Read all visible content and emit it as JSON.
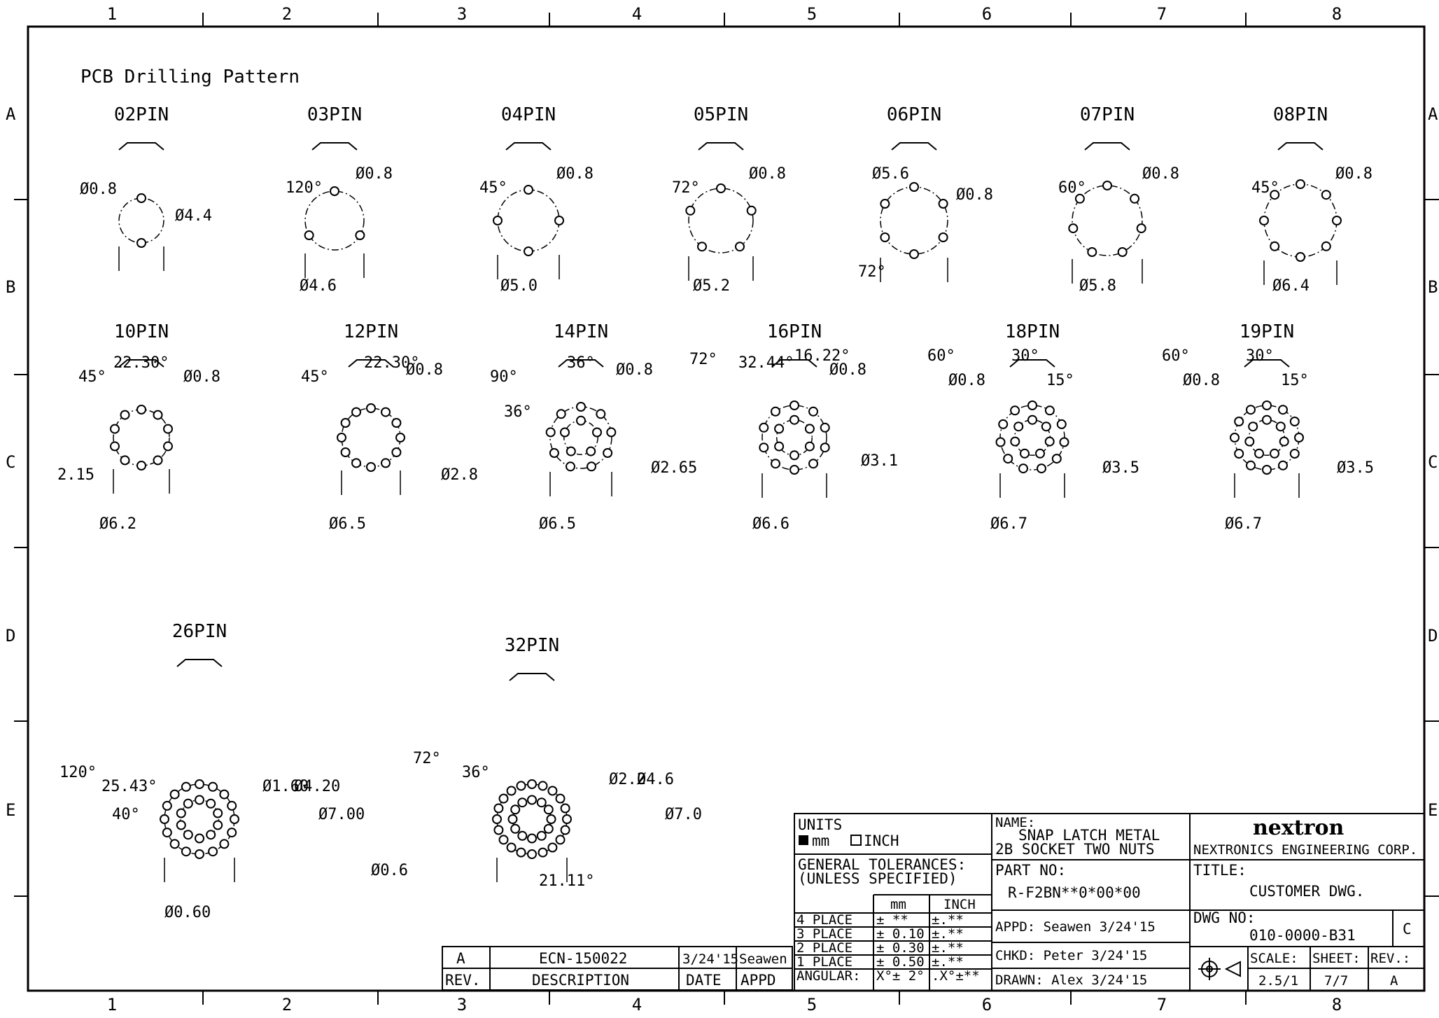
{
  "drawing": {
    "section_title": "PCB Drilling Pattern",
    "zone_columns": [
      "1",
      "2",
      "3",
      "4",
      "5",
      "6",
      "7",
      "8"
    ],
    "zone_rows": [
      "A",
      "B",
      "C",
      "D",
      "E"
    ]
  },
  "patterns": [
    {
      "label": "02PIN",
      "dims": [
        "Ø0.8",
        "Ø4.4"
      ]
    },
    {
      "label": "03PIN",
      "dims": [
        "120°",
        "Ø0.8",
        "Ø4.6"
      ]
    },
    {
      "label": "04PIN",
      "dims": [
        "45°",
        "Ø0.8",
        "Ø5.0"
      ]
    },
    {
      "label": "05PIN",
      "dims": [
        "72°",
        "Ø0.8",
        "Ø5.2"
      ]
    },
    {
      "label": "06PIN",
      "dims": [
        "Ø5.6",
        "Ø0.8",
        "72°"
      ]
    },
    {
      "label": "07PIN",
      "dims": [
        "60°",
        "Ø0.8",
        "Ø5.8"
      ]
    },
    {
      "label": "08PIN",
      "dims": [
        "45°",
        "Ø0.8",
        "Ø6.4"
      ]
    },
    {
      "label": "10PIN",
      "dims": [
        "45°",
        "22.30°",
        "Ø0.8",
        "2.15",
        "Ø6.2"
      ]
    },
    {
      "label": "12PIN",
      "dims": [
        "45°",
        "22.30°",
        "Ø0.8",
        "Ø2.8",
        "Ø6.5"
      ]
    },
    {
      "label": "14PIN",
      "dims": [
        "90°",
        "36°",
        "36°",
        "Ø0.8",
        "Ø2.65",
        "Ø6.5"
      ]
    },
    {
      "label": "16PIN",
      "dims": [
        "72°",
        "32.44°",
        "16.22°",
        "Ø0.8",
        "Ø3.1",
        "Ø6.6"
      ]
    },
    {
      "label": "18PIN",
      "dims": [
        "60°",
        "30°",
        "15°",
        "Ø0.8",
        "Ø3.5",
        "Ø6.7"
      ]
    },
    {
      "label": "19PIN",
      "dims": [
        "60°",
        "30°",
        "15°",
        "Ø0.8",
        "Ø3.5",
        "Ø6.7"
      ]
    },
    {
      "label": "26PIN",
      "dims": [
        "120°",
        "25.43°",
        "40°",
        "Ø1.60",
        "Ø4.20",
        "Ø7.00",
        "Ø0.60"
      ]
    },
    {
      "label": "32PIN",
      "dims": [
        "72°",
        "36°",
        "Ø2.2",
        "Ø4.6",
        "Ø7.0",
        "Ø0.6",
        "21.11°"
      ]
    }
  ],
  "revision_block": {
    "rev": "A",
    "description": "ECN-150022",
    "date": "3/24'15",
    "appd": "Seawen",
    "h_rev": "REV.",
    "h_description": "DESCRIPTION",
    "h_date": "DATE",
    "h_appd": "APPD"
  },
  "title_block": {
    "units_label": "UNITS",
    "units_mm": "mm",
    "units_inch": "INCH",
    "tol_line1": "GENERAL TOLERANCES:",
    "tol_line2": "(UNLESS SPECIFIED)",
    "tol_head_mm": "mm",
    "tol_head_inch": "INCH",
    "tolerances": [
      {
        "place": "4 PLACE",
        "mm": "± **",
        "inch": "±.**"
      },
      {
        "place": "3 PLACE",
        "mm": "± 0.10",
        "inch": "±.**"
      },
      {
        "place": "2 PLACE",
        "mm": "± 0.30",
        "inch": "±.**"
      },
      {
        "place": "1 PLACE",
        "mm": "± 0.50",
        "inch": "±.**"
      },
      {
        "place": "ANGULAR:",
        "mm": "X°± 2°",
        "inch": ".X°±**"
      }
    ],
    "name_label": "NAME:",
    "name_line1": "SNAP LATCH METAL",
    "name_line2": "2B SOCKET TWO NUTS",
    "part_no_label": "PART NO:",
    "part_no": "R-F2BN**0*00*00",
    "appd": "APPD: Seawen 3/24'15",
    "chkd": "CHKD: Peter 3/24'15",
    "drawn": "DRAWN: Alex 3/24'15",
    "logo_text": "nextron",
    "company": "NEXTRONICS ENGINEERING CORP.",
    "title_label": "TITLE:",
    "title": "CUSTOMER DWG.",
    "dwg_no_label": "DWG NO:",
    "dwg_no": "010-0000-B31",
    "size": "C",
    "scale_label": "SCALE:",
    "scale": "2.5/1",
    "sheet_label": "SHEET:",
    "sheet": "7/7",
    "rev_label": "REV.:",
    "rev": "A"
  }
}
